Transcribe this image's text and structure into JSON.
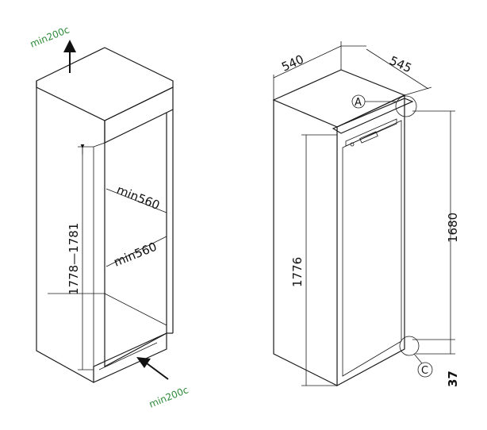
{
  "niche": {
    "top_clearance": "min200c",
    "bottom_clearance": "min200c",
    "height": "1778—1781",
    "width_upper": "min560",
    "width_lower": "min560"
  },
  "appliance": {
    "width": "540",
    "depth": "545",
    "height_total": "1776",
    "height_door": "1680",
    "plinth": "37",
    "callout_a": "A",
    "callout_c": "C"
  },
  "icons": {
    "up_arrow": "arrow-up-icon",
    "diag_arrow": "arrow-diagonal-icon"
  }
}
